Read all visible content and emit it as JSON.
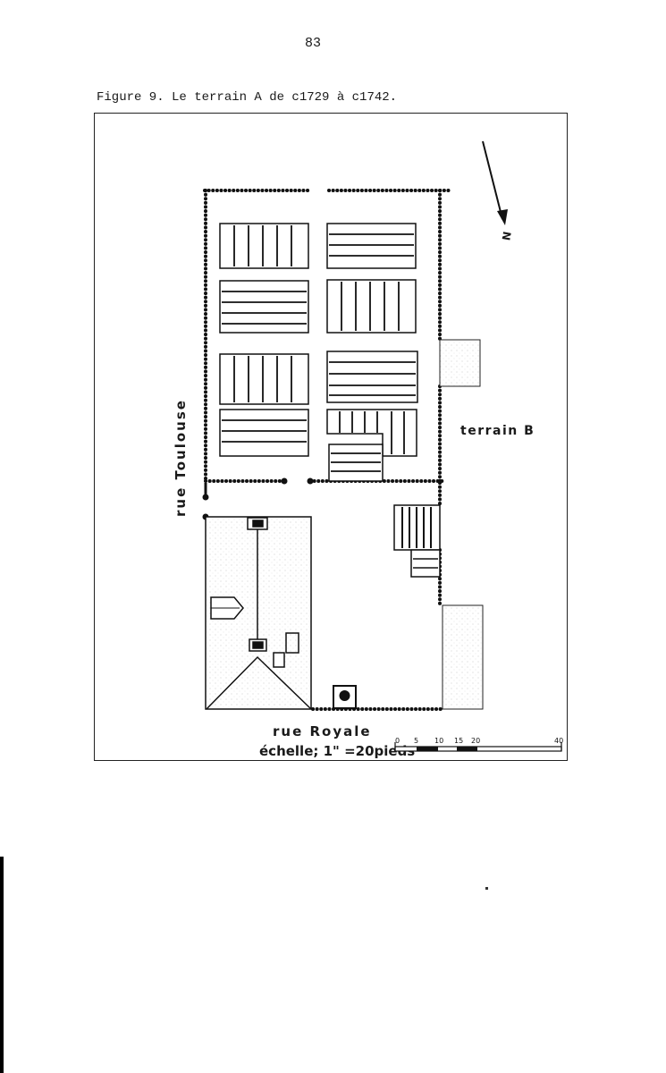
{
  "page_number": "83",
  "caption": "Figure 9.  Le terrain A de c1729 à c1742.",
  "map": {
    "north_label": "N",
    "street_left": "rue Toulouse",
    "street_bottom": "rue Royale",
    "neighbor_label": "terrain B",
    "scale": {
      "label": "échelle; 1\" =20pieds",
      "ticks": [
        "0",
        "5",
        "10",
        "15",
        "20",
        "40"
      ]
    }
  }
}
